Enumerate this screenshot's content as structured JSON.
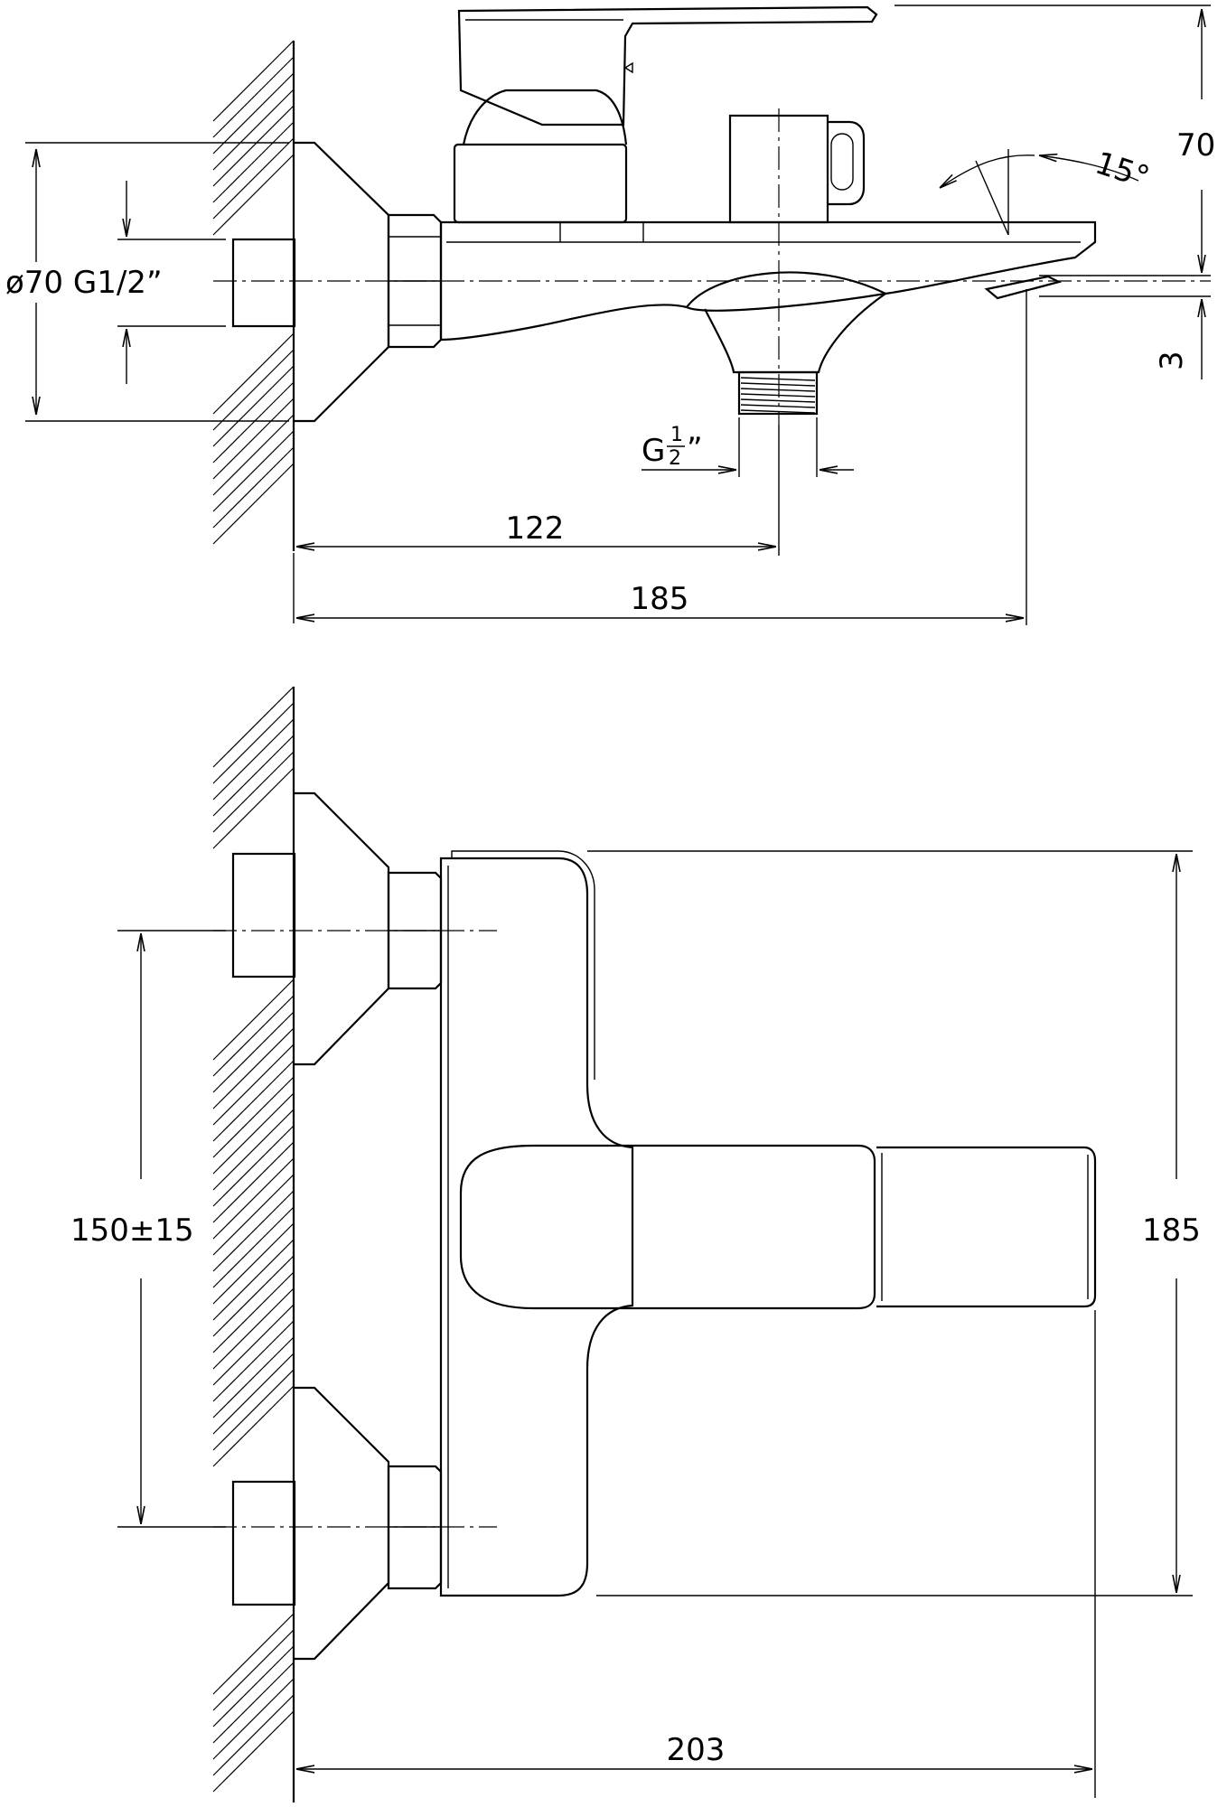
{
  "labels": {
    "pipe_size": "ø70 G1/2”",
    "dim_122": "122",
    "dim_185_side": "185",
    "dim_70": "70",
    "dim_3": "3",
    "dim_15deg": "15°",
    "outlet_g": "G",
    "outlet_num": "1",
    "outlet_den": "2",
    "outlet_quote": "”",
    "dim_150": "150±15",
    "dim_185_front": "185",
    "dim_203": "203"
  }
}
